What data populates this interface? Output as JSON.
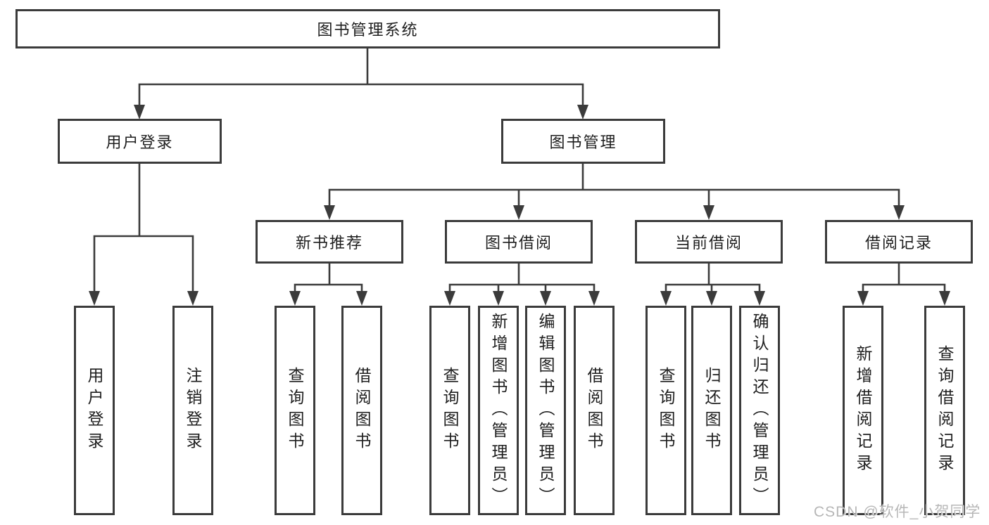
{
  "diagram": {
    "root": {
      "label": "图书管理系统"
    },
    "branches": [
      {
        "label": "用户登录",
        "children": [
          {
            "label": "用户登录"
          },
          {
            "label": "注销登录"
          }
        ]
      },
      {
        "label": "图书管理",
        "children": [
          {
            "label": "新书推荐",
            "children": [
              {
                "label": "查询图书"
              },
              {
                "label": "借阅图书"
              }
            ]
          },
          {
            "label": "图书借阅",
            "children": [
              {
                "label": "查询图书"
              },
              {
                "label": "新增图书（管理员）"
              },
              {
                "label": "编辑图书（管理员）"
              },
              {
                "label": "借阅图书"
              }
            ]
          },
          {
            "label": "当前借阅",
            "children": [
              {
                "label": "查询图书"
              },
              {
                "label": "归还图书"
              },
              {
                "label": "确认归还（管理员）"
              }
            ]
          },
          {
            "label": "借阅记录",
            "children": [
              {
                "label": "新增借阅记录"
              },
              {
                "label": "查询借阅记录"
              }
            ]
          }
        ]
      }
    ],
    "watermark": {
      "text": "CSDN @软件_小贺同学",
      "color": "#b7b7b7"
    },
    "colors": {
      "line": "#3b3b3b",
      "border": "#3b3b3b",
      "text": "#1e1e1e",
      "background": "#ffffff"
    }
  }
}
